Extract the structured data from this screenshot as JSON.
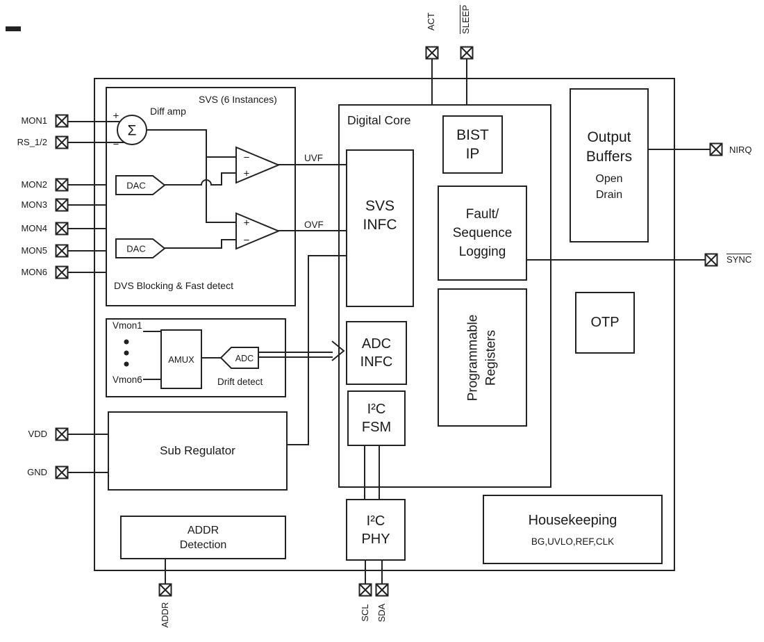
{
  "pins": {
    "act": {
      "label": "ACT"
    },
    "sleep": {
      "label": "SLEEP"
    },
    "mon1": {
      "label": "MON1"
    },
    "rs12": {
      "label": "RS_1/2"
    },
    "mon2": {
      "label": "MON2"
    },
    "mon3": {
      "label": "MON3"
    },
    "mon4": {
      "label": "MON4"
    },
    "mon5": {
      "label": "MON5"
    },
    "mon6": {
      "label": "MON6"
    },
    "vdd": {
      "label": "VDD"
    },
    "gnd": {
      "label": "GND"
    },
    "nirq": {
      "label": "NIRQ"
    },
    "sync": {
      "label": "SYNC"
    },
    "addr": {
      "label": "ADDR"
    },
    "scl": {
      "label": "SCL"
    },
    "sda": {
      "label": "SDA"
    }
  },
  "svs": {
    "title": "SVS (6 Instances)",
    "diff_amp_label": "Diff amp",
    "sigma": "Σ",
    "plus": "+",
    "minus": "−",
    "dac_label": "DAC",
    "uvf_label": "UVF",
    "ovf_label": "OVF",
    "footer": "DVS Blocking  & Fast detect"
  },
  "drift": {
    "vmon1": "Vmon1",
    "vmon6": "Vmon6",
    "amux": "AMUX",
    "adc": "ADC",
    "caption": "Drift detect"
  },
  "blocks": {
    "sub_regulator": "Sub Regulator",
    "addr_detection_line1": "ADDR",
    "addr_detection_line2": "Detection",
    "digital_core": "Digital Core",
    "svs_infc_line1": "SVS",
    "svs_infc_line2": "INFC",
    "bist_line1": "BIST",
    "bist_line2": "IP",
    "fault_line1": "Fault/",
    "fault_line2": "Sequence",
    "fault_line3": "Logging",
    "prog_line1": "Programmable",
    "prog_line2": "Registers",
    "adc_infc_line1": "ADC",
    "adc_infc_line2": "INFC",
    "i2c": "I²C",
    "fsm": "FSM",
    "phy": "PHY",
    "output_buffers_line1": "Output",
    "output_buffers_line2": "Buffers",
    "output_buffers_line3": "Open",
    "output_buffers_line4": "Drain",
    "otp": "OTP",
    "housekeeping_title": "Housekeeping",
    "housekeeping_sub": "BG,UVLO,REF,CLK"
  },
  "colors": {
    "line": "#222222",
    "bg": "#ffffff",
    "text": "#1a1a1a"
  }
}
